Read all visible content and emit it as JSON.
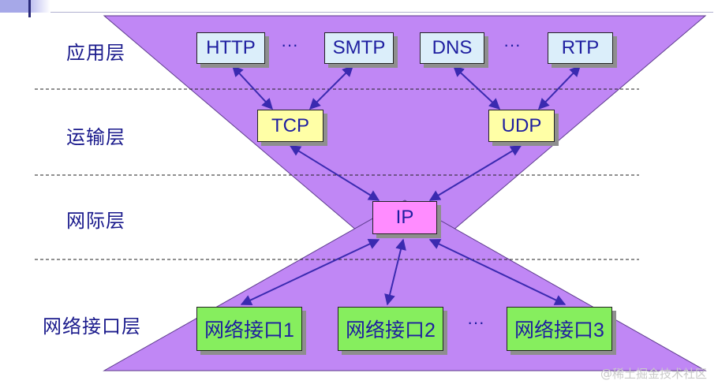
{
  "layers": {
    "application": "应用层",
    "transport": "运输层",
    "internet": "网际层",
    "network_interface": "网络接口层"
  },
  "protocols": {
    "http": "HTTP",
    "smtp": "SMTP",
    "dns": "DNS",
    "rtp": "RTP",
    "tcp": "TCP",
    "udp": "UDP",
    "ip": "IP"
  },
  "interfaces": {
    "if1": "网络接口1",
    "if2": "网络接口2",
    "if3": "网络接口3"
  },
  "ellipsis": {
    "app_left": "···",
    "app_right": "···",
    "net": "···"
  },
  "watermark": "@稀土掘金技术社区",
  "colors": {
    "shape_fill": "#c087f5",
    "shape_stroke": "#5c3a8c",
    "arrow": "#3a2ab0",
    "label_text": "#1a1a8c",
    "app_box": "#dbeefa",
    "transport_box": "#ffffa6",
    "ip_box": "#ff8cff",
    "interface_box": "#86ee5e"
  }
}
